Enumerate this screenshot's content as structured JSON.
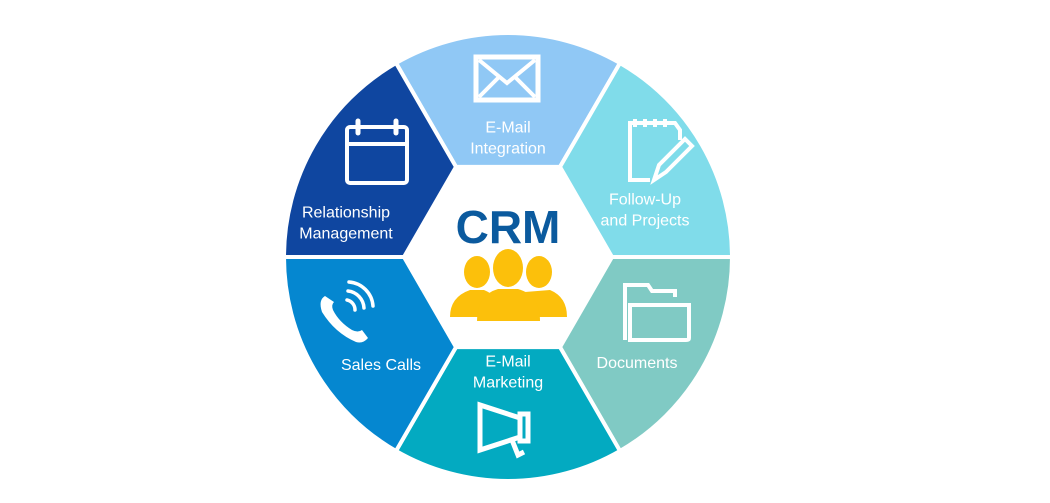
{
  "center": {
    "title": "CRM",
    "icon": "people-group-icon"
  },
  "colors": {
    "crm": "#0b5a9e",
    "people": "#fcc00b"
  },
  "segments": [
    {
      "id": "email-integration",
      "lines": [
        "E-Mail",
        "Integration"
      ],
      "icon": "envelope-icon",
      "color": "#90c8f5"
    },
    {
      "id": "follow-up",
      "lines": [
        "Follow-Up",
        "and Projects"
      ],
      "icon": "notepad-pencil-icon",
      "color": "#80dcea"
    },
    {
      "id": "documents",
      "lines": [
        "Documents"
      ],
      "icon": "folder-icon",
      "color": "#80cac4"
    },
    {
      "id": "email-marketing",
      "lines": [
        "E-Mail",
        "Marketing"
      ],
      "icon": "megaphone-icon",
      "color": "#03aac1"
    },
    {
      "id": "sales-calls",
      "lines": [
        "Sales Calls"
      ],
      "icon": "phone-icon",
      "color": "#0587d0"
    },
    {
      "id": "relationship-management",
      "lines": [
        "Relationship",
        "Management"
      ],
      "icon": "calendar-icon",
      "color": "#0f46a0"
    }
  ]
}
